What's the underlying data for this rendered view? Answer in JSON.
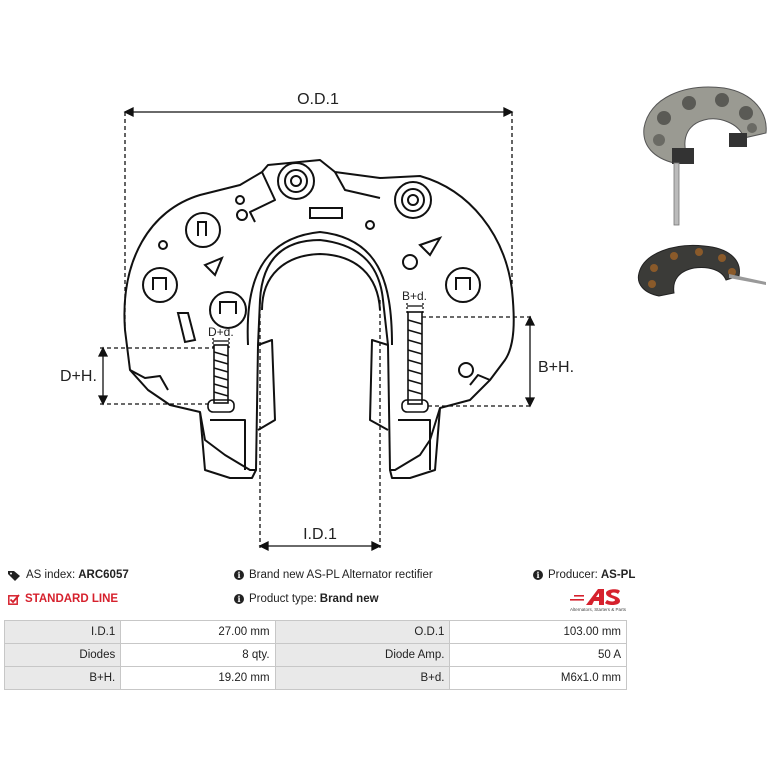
{
  "diagram": {
    "labels": {
      "od": "O.D.1",
      "id": "I.D.1",
      "bh": "B+H.",
      "dh": "D+H.",
      "bd": "B+d.",
      "dd": "D+d."
    }
  },
  "info": {
    "as_index_label": "AS index:",
    "as_index_value": "ARC6057",
    "line": "STANDARD LINE",
    "description": "Brand new AS-PL Alternator rectifier",
    "product_type_label": "Product type:",
    "product_type_value": "Brand new",
    "producer_label": "Producer:",
    "producer_value": "AS-PL",
    "logo_tagline": "Alternators, Starters & Parts"
  },
  "specs": [
    [
      "I.D.1",
      "27.00 mm",
      "O.D.1",
      "103.00 mm"
    ],
    [
      "Diodes",
      "8 qty.",
      "Diode Amp.",
      "50 A"
    ],
    [
      "B+H.",
      "19.20 mm",
      "B+d.",
      "M6x1.0 mm"
    ]
  ],
  "colors": {
    "accent_red": "#d6212d",
    "table_label_bg": "#e9e9e9",
    "table_border": "#c7c7c7"
  }
}
